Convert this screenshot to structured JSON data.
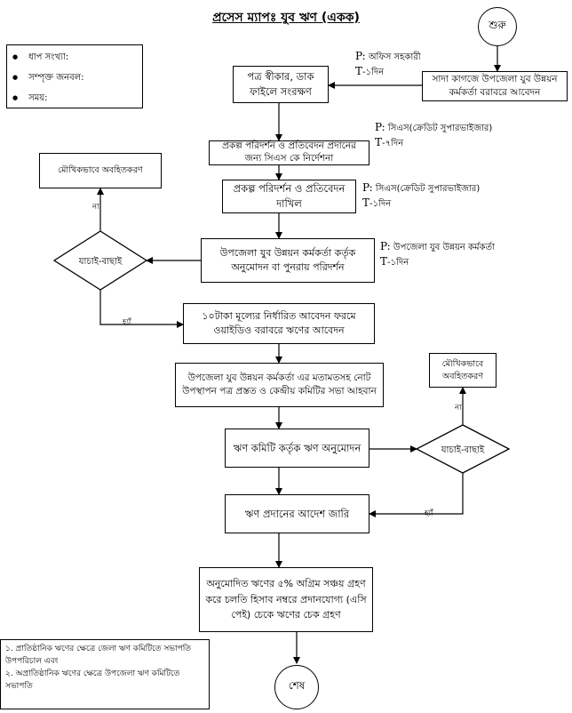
{
  "title": "প্রসেস ম্যাপঃ যুব ঋণ (একক)",
  "legend": {
    "items": [
      "ধাপ সংখ্যা:",
      "সম্পৃক্ত জনবল:",
      "সময়:"
    ]
  },
  "start_label": "শুরু",
  "end_label": "শেষ",
  "steps": {
    "apply_plain_paper": "সাদা কাগজে উপজেলা যুব উন্নয়ন কর্মকর্তা বরাবরে আবেদন",
    "receive_file": "পত্র স্বীকার, ডাক ফাইলে সংরক্ষণ",
    "cs_instruction": "প্রকল্প পরিদর্শন ও প্রতিবেদন প্রদানের জন্য সিএস কে নির্দেশনা",
    "cs_submit": "প্রকল্প পরিদর্শন ও প্রতিবেদন দাখিল",
    "uyo_approval": "উপজেলা যুব উন্নয়ন কর্মকর্তা কর্তৃক অনুমোদন বা পুনরায় পরিদর্শন",
    "form_apply": "১০টাকা মূল্যের নির্ধারিত আবেদন ফরমে ওয়াইডিও বরাবরে ঋণের  আবেদন",
    "note_committee": "উপজেলা যুব উন্নয়ন কর্মকর্তা এর মতামতসহ নোট উপস্থাপন পত্র প্রস্তত ও কেন্দ্রীয় কমিটির সভা আহবান",
    "loan_committee": "ঋণ কমিটি কর্তৃক ঋণ অনুমোদন",
    "loan_order": "ঋণ প্রদানের আদেশ জারি",
    "cheque": "অনুমোদিত ঋণের ৫% অগ্রিম সঞ্চয় গ্রহণ করে চলতি হিসাব নম্বরে প্রদানযোগ্য (এসি পেই) চেকে ঋণের চেক গ্রহণ",
    "verbal_inform_1": "মৌখিকভাবে অবহিতকরণ",
    "verbal_inform_2": "মৌখিকভাবে অবহিতকরণ"
  },
  "decisions": {
    "check_1": "যাচাই-বাছাই",
    "check_2": "যাচাই-বাছাই",
    "yes": "হ্যাঁ",
    "no": "না"
  },
  "responsibility": {
    "r1_p": "অফিস সহকারী",
    "r1_t": "-১দিন",
    "r2_p": "সিএস(ক্রেডিট সুপারভাইজার)",
    "r2_t": "-৭দিন",
    "r3_p": "সিএস(ক্রেডিট সুপারভাইজার)",
    "r3_t": "-১দিন",
    "r4_p": "উপজেলা যুব উন্নয়ন কর্মকর্তা",
    "r4_t": "-১দিন",
    "p_prefix": "P:",
    "t_prefix": "T"
  },
  "notes": [
    "১. প্রাতিষ্ঠানিক ঋণের ক্ষেত্রে জেলা ঋণ কমিটিতে সভাপতি উপপরিচাল এবং",
    "২. অপ্রাতিষ্ঠানিক ঋণের ক্ষেত্রে উপজেলা ঋণ কমিটিতে সভাপতি"
  ]
}
